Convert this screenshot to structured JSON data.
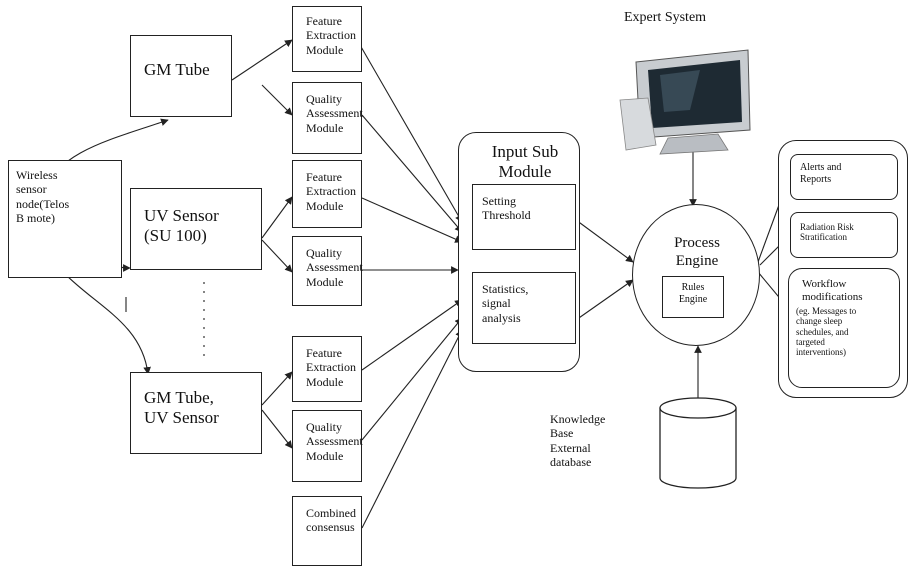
{
  "wireless_node": "Wireless\nsensor\nnode(Telos\nB mote)",
  "sensors": {
    "gm_tube": "GM Tube",
    "uv_sensor": "UV Sensor\n(SU 100)",
    "gm_uv": "GM Tube,\nUV Sensor"
  },
  "modules": {
    "feature": "Feature\nExtraction\nModule",
    "quality": "Quality\nAssessment\nModule",
    "combined": "Combined\nconsensus"
  },
  "input_sub_module": {
    "title": "Input Sub\nModule",
    "threshold": "Setting\nThreshold",
    "statistics": "Statistics,\nsignal\nanalysis"
  },
  "process_engine": {
    "title": "Process\nEngine",
    "rules": "Rules\nEngine"
  },
  "expert_system": "Expert System",
  "knowledge_base": "Knowledge\nBase\nExternal\ndatabase",
  "outputs": {
    "alerts": "Alerts and\nReports",
    "risk": "Radiation Risk\nStratification",
    "workflow_title": "Workflow\nmodifications",
    "workflow_detail": "(eg. Messages to\nchange sleep\nschedules, and\ntargeted\ninterventions)"
  },
  "colors": {
    "line": "#222222",
    "monitor_screen": "#1e2a33",
    "monitor_body": "#c8ccd0"
  }
}
